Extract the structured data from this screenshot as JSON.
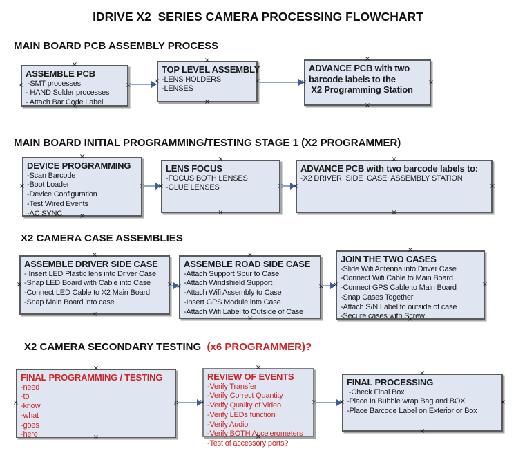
{
  "title": "IDRIVE X2  SERIES CAMERA PROCESSING FLOWCHART",
  "icons": {
    "handle_glyph": "×"
  },
  "colors": {
    "box_fill": "#dfe6f1",
    "box_border": "#5a5a5a",
    "box_border_light": "#7f7f7f",
    "box_shadow": "#a6a6a6",
    "arrow_line": "#8fa5c5",
    "arrow_head": "#3a5e9b",
    "text_black": "#1b1b1b",
    "accent_red": "#cc2527"
  },
  "sections": [
    {
      "heading": "MAIN BOARD PCB ASSEMBLY PROCESS",
      "boxes": [
        {
          "title": "ASSEMBLE PCB",
          "items": [
            " -SMT processes",
            "- HAND Solder processes",
            "- Attach Bar Code Label"
          ]
        },
        {
          "title": "TOP LEVEL ASSEMBLY",
          "items": [
            "-LENS HOLDERS",
            "-LENSES"
          ]
        },
        {
          "title": "ADVANCE PCB with two\nbarcode labels to the\n X2 Programming Station",
          "items": []
        }
      ]
    },
    {
      "heading": "MAIN BOARD INITIAL PROGRAMMING/TESTING STAGE 1 (X2 PROGRAMMER)",
      "boxes": [
        {
          "title": "DEVICE PROGRAMMING",
          "items": [
            "-Scan Barcode",
            "-Boot Loader",
            "-Device Configuration",
            "-Test Wired Events",
            "-AC SYNC"
          ]
        },
        {
          "title": "LENS FOCUS",
          "items": [
            "-FOCUS BOTH LENSES",
            "-GLUE LENSES"
          ]
        },
        {
          "title": "ADVANCE PCB with two barcode labels to:",
          "items": [
            "-X2 DRIVER  SIDE  CASE  ASSEMBLY STATION"
          ]
        }
      ]
    },
    {
      "heading": "X2 CAMERA CASE ASSEMBLIES",
      "boxes": [
        {
          "title": "ASSEMBLE DRIVER SIDE CASE",
          "items": [
            "- Insert LED Plastic lens into Driver Case",
            "-Snap LED Board with Cable into Case",
            "-Connect LED Cable to X2 Main Board",
            "-Snap Main Board into case"
          ]
        },
        {
          "title": "ASSEMBLE ROAD SIDE CASE",
          "items": [
            "-Attach Support Spur to Case",
            "-Attach Windshield Support",
            "-Attach Wifi Assembly to Case",
            "-Insert GPS Module into Case",
            "-Attach Wifi Label to Outside of Case"
          ]
        },
        {
          "title": "JOIN THE TWO CASES",
          "items": [
            "-Slide Wifi Antenna into Driver Case",
            "-Connect Wifi Cable to Main Board",
            "-Connect GPS Cable to Main Board",
            "-Snap Cases Together",
            "-Attach S/N Label to outside of case",
            "-Secure cases with Screw"
          ]
        }
      ]
    },
    {
      "heading": "X2 CAMERA SECONDARY TESTING  ",
      "heading_red": "(x6 PROGRAMMER)?",
      "boxes": [
        {
          "title": "FINAL PROGRAMMING / TESTING",
          "color": "red",
          "items": [
            "-need",
            "-to",
            "-know",
            "-what",
            "-goes",
            "-here"
          ]
        },
        {
          "title": "REVIEW OF EVENTS",
          "color": "red",
          "items": [
            "-Verify Transfer",
            "-Verify Correct Quantity",
            "-Verify Quality of Video",
            "-Verify LEDs function",
            "-Verify Audio",
            "-Verify BOTH Accelerometers",
            "-Test of accessory ports?"
          ]
        },
        {
          "title": "FINAL PROCESSING",
          "color": "black",
          "items": [
            " -Check Final Box",
            "-Place In Bubble wrap Bag and BOX",
            "-Place Barcode Label on Exterior or Box"
          ]
        }
      ]
    }
  ]
}
